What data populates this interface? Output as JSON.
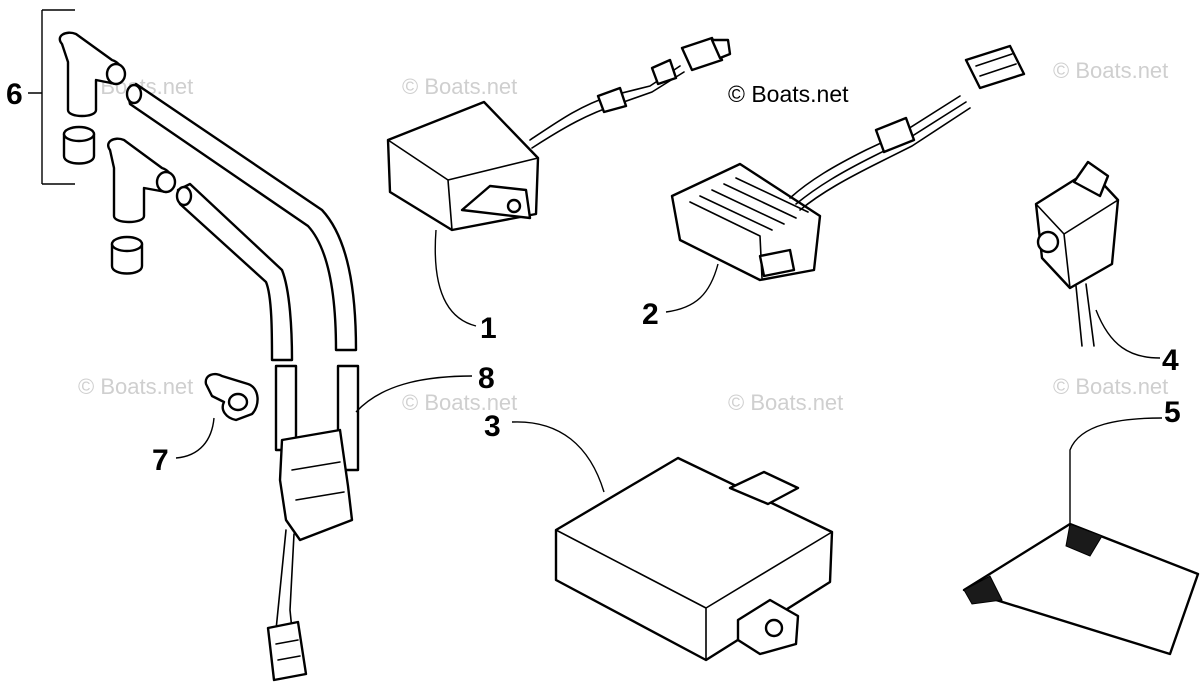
{
  "copyright": "© Boats.net",
  "watermark": "© Boats.net",
  "callouts": {
    "c1": "1",
    "c2": "2",
    "c3": "3",
    "c4": "4",
    "c5": "5",
    "c6": "6",
    "c7": "7",
    "c8": "8"
  },
  "colors": {
    "line": "#000000",
    "watermark": "#cfcfcf",
    "background": "#ffffff"
  }
}
